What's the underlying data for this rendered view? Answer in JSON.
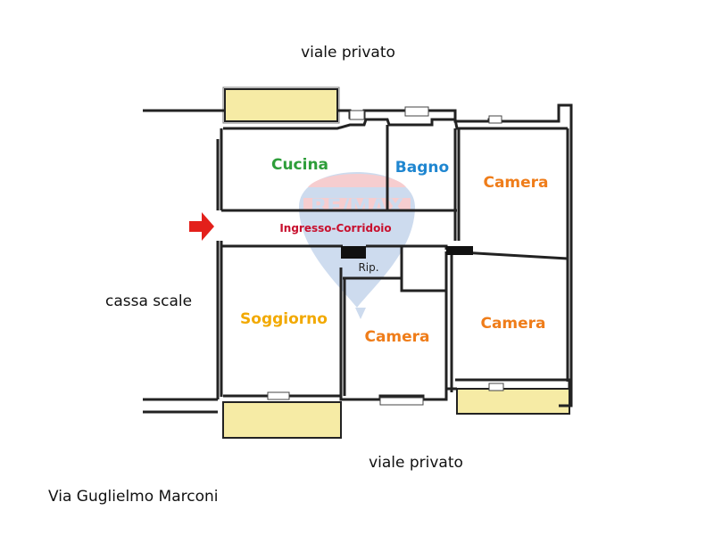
{
  "streets": {
    "top": "viale privato",
    "bottom": "viale privato",
    "main": "Via Guglielmo Marconi"
  },
  "stairwell_label": "cassa scale",
  "rooms": {
    "cucina": "Cucina",
    "bagno": "Bagno",
    "camera_nord": "Camera",
    "corridoio": "Ingresso-Corridoio",
    "ripostiglio": "Rip.",
    "soggiorno": "Soggiorno",
    "camera_centro": "Camera",
    "camera_sud": "Camera"
  },
  "watermark": "RE/MAX",
  "colors": {
    "cucina": "#2e9e3a",
    "bagno": "#1f86d0",
    "camera": "#ef7d1a",
    "corridoio": "#c8102e",
    "soggiorno": "#f2a900",
    "balcony": "#f6eba5",
    "entry_arrow": "#e3201b"
  }
}
